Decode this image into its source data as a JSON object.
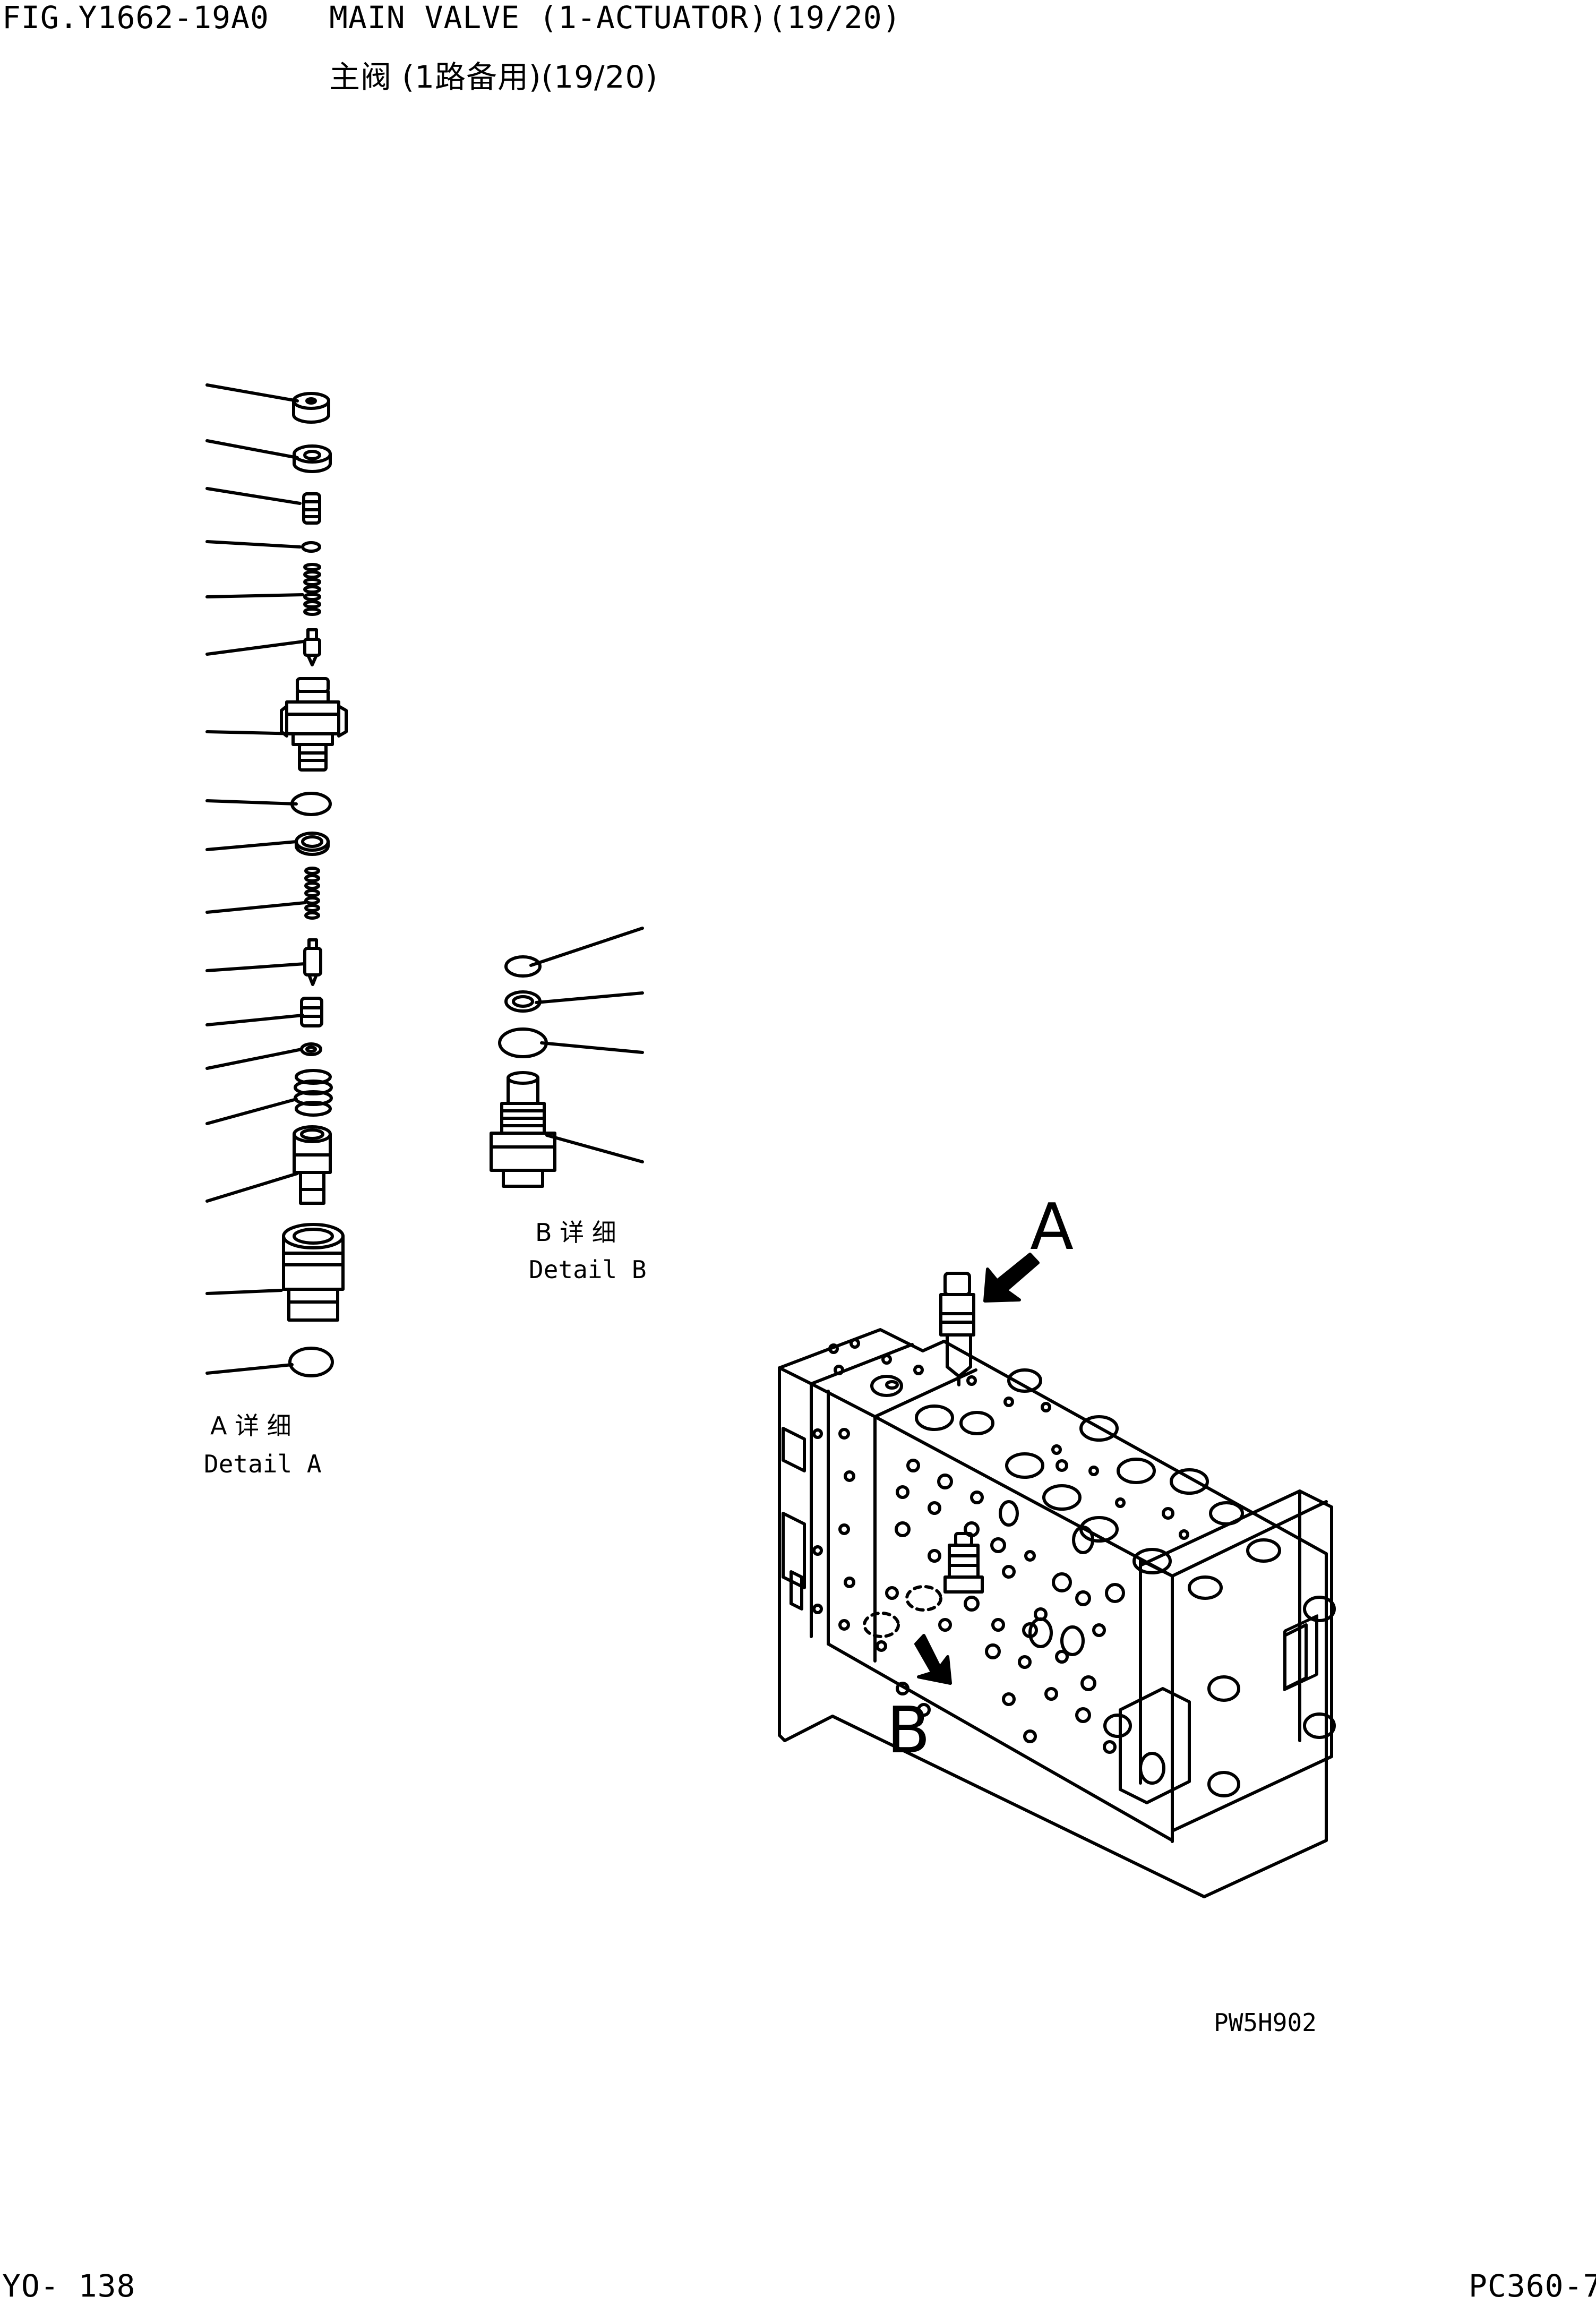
{
  "header": {
    "fig_no": "FIG.Y1662-19A0",
    "title_en": "MAIN VALVE (1-ACTUATOR)(19/20)",
    "title_cn": "主阀 (1路备用)(19/20)"
  },
  "detail_a": {
    "label_cn": "A 详 细",
    "label_en": "Detail A"
  },
  "detail_b": {
    "label_cn": "B 详 细",
    "label_en": "Detail B"
  },
  "view_markers": {
    "a": "A",
    "b": "B"
  },
  "drawing_code": "PW5H902",
  "footer": {
    "page": "YO- 138",
    "model": "PC360-7"
  }
}
